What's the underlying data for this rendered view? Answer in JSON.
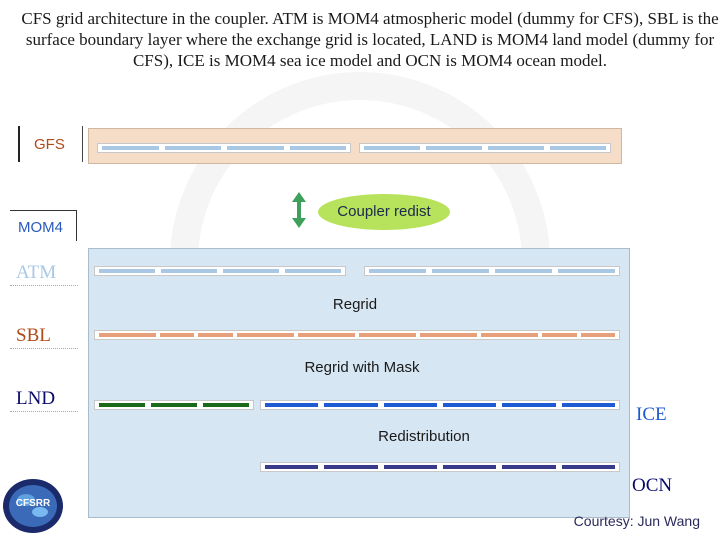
{
  "title": "CFS grid architecture in the coupler. ATM is MOM4 atmospheric model (dummy for CFS), SBL is the surface boundary layer where the exchange grid is located, LAND is MOM4 land model (dummy for CFS), ICE is MOM4 sea ice model and OCN is MOM4 ocean model.",
  "labels": {
    "gfs": "GFS",
    "mom4": "MOM4",
    "atm": "ATM",
    "sbl": "SBL",
    "lnd": "LND",
    "ice": "ICE",
    "ocn": "OCN"
  },
  "coupler": "Coupler redist",
  "stages": {
    "regrid": "Regrid",
    "regrid_mask": "Regrid with Mask",
    "redistribution": "Redistribution"
  },
  "logo_text": "CFSRR",
  "courtesy": "Courtesy: Jun Wang",
  "colors": {
    "gfs_panel": "#f5ddc8",
    "main_panel": "#d6e6f2",
    "coupler": "#b7e35c",
    "arrow": "#3ea05a",
    "atm_dash": "#a8c8e4",
    "sbl_dash": "#e8a07a",
    "lnd_dash": "#1a6a1a",
    "ice_dash": "#1e5ad2",
    "ocn_dash": "#3a3a8a",
    "label_blue": "#2a5abe",
    "label_brown": "#b04a18",
    "label_navy": "#0a0a6a",
    "label_gfs": "#b04a18"
  }
}
